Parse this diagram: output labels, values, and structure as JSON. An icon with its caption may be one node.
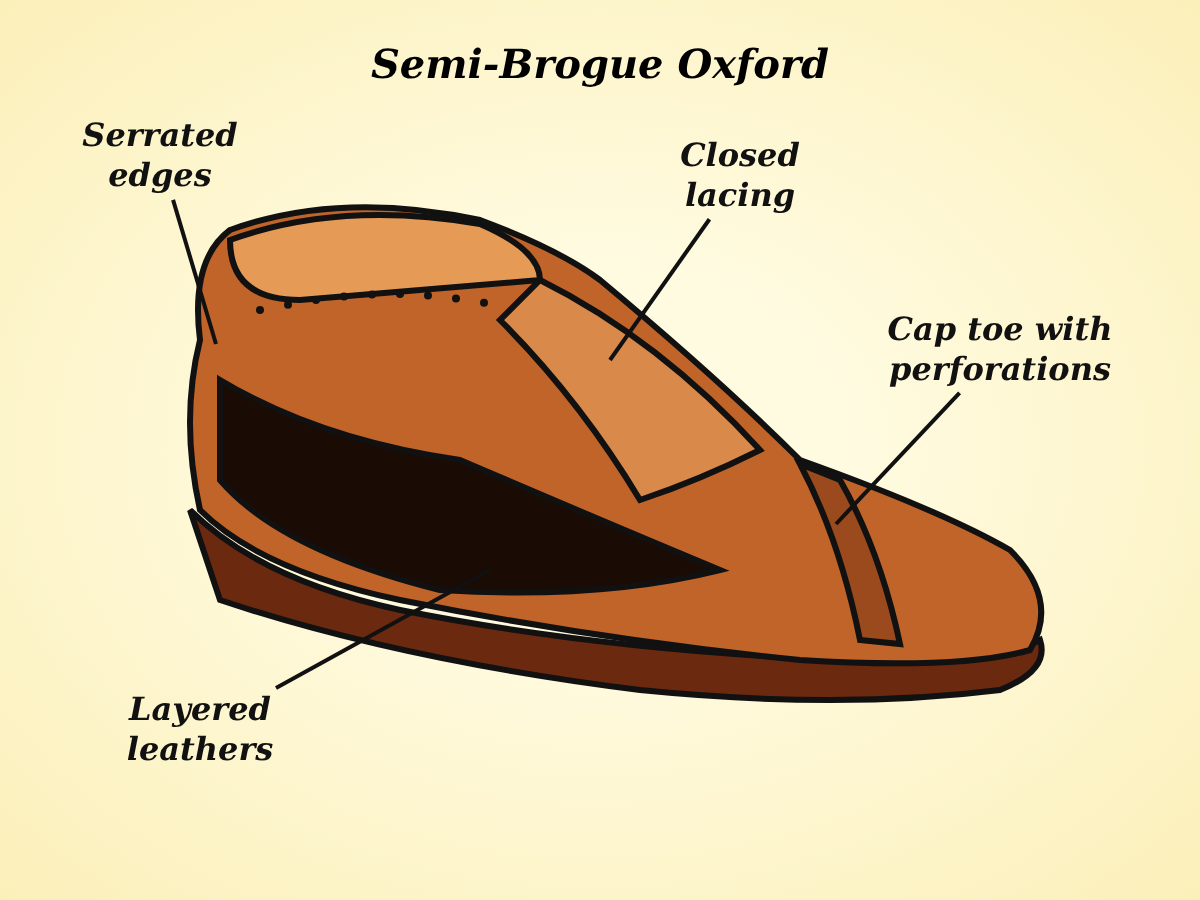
{
  "diagram": {
    "title": "Semi-Brogue Oxford",
    "nodes": [
      {
        "text": [
          "Serrated edges"
        ]
      },
      {
        "text": [
          "Closed lacing"
        ]
      },
      {
        "text": [
          "Cap toe with perforations"
        ]
      },
      {
        "text": [
          "Layered leathers"
        ]
      }
    ],
    "edges": [
      {
        "from": 0,
        "to": null,
        "arrow": "none"
      },
      {
        "from": 1,
        "to": null,
        "arrow": "none"
      },
      {
        "from": 2,
        "to": null,
        "arrow": "none"
      },
      {
        "from": 3,
        "to": null,
        "arrow": "none"
      }
    ]
  }
}
